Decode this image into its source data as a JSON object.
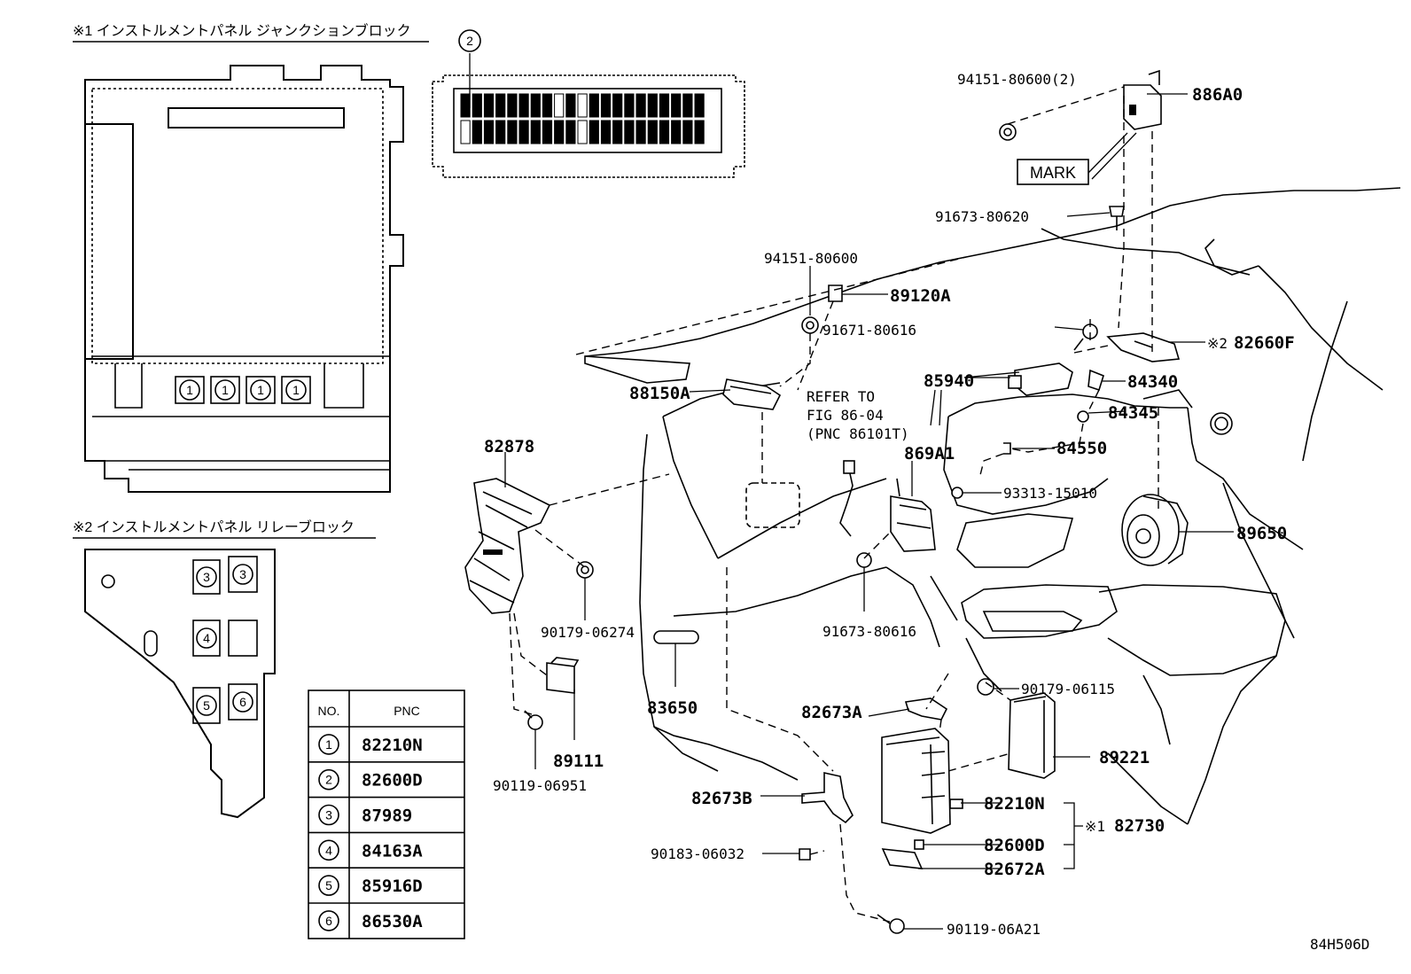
{
  "diagram_code": "84H506D",
  "section1_title": "※1 インストルメントパネル ジャンクションブロック",
  "section2_title": "※2 インストルメントパネル リレーブロック",
  "marker_1": "1",
  "marker_2": "2",
  "marker_3": "3",
  "marker_4": "4",
  "marker_5": "5",
  "marker_6": "6",
  "mark_label": "MARK",
  "refer_note": [
    "REFER TO",
    "FIG 86-04",
    "(PNC 86101T)"
  ],
  "table": {
    "headers": [
      "NO.",
      "PNC"
    ],
    "rows": [
      {
        "no": "1",
        "pnc": "82210N"
      },
      {
        "no": "2",
        "pnc": "82600D"
      },
      {
        "no": "3",
        "pnc": "87989"
      },
      {
        "no": "4",
        "pnc": "84163A"
      },
      {
        "no": "5",
        "pnc": "85916D"
      },
      {
        "no": "6",
        "pnc": "86530A"
      }
    ]
  },
  "part_labels": {
    "p94151_80600_2": "94151-80600(2)",
    "p886A0": "886A0",
    "p91673_80620": "91673-80620",
    "p94151_80600": "94151-80600",
    "p89120A": "89120A",
    "p91671_80616": "91671-80616",
    "p82660F": "82660F",
    "p82660F_prefix": "※2",
    "p88150A": "88150A",
    "p85940": "85940",
    "p84340": "84340",
    "p84345": "84345",
    "p869A1": "869A1",
    "p84550": "84550",
    "p93313_15010": "93313-15010",
    "p89650": "89650",
    "p82878": "82878",
    "p90179_06274": "90179-06274",
    "p91673_80616": "91673-80616",
    "p83650": "83650",
    "p90179_06115": "90179-06115",
    "p82673A": "82673A",
    "p89221": "89221",
    "p89111": "89111",
    "p90119_06951": "90119-06951",
    "p82673B": "82673B",
    "p82210N": "82210N",
    "p82730": "82730",
    "p82730_prefix": "※1",
    "p82600D": "82600D",
    "p82672A": "82672A",
    "p90183_06032": "90183-06032",
    "p90119_06A21": "90119-06A21"
  }
}
